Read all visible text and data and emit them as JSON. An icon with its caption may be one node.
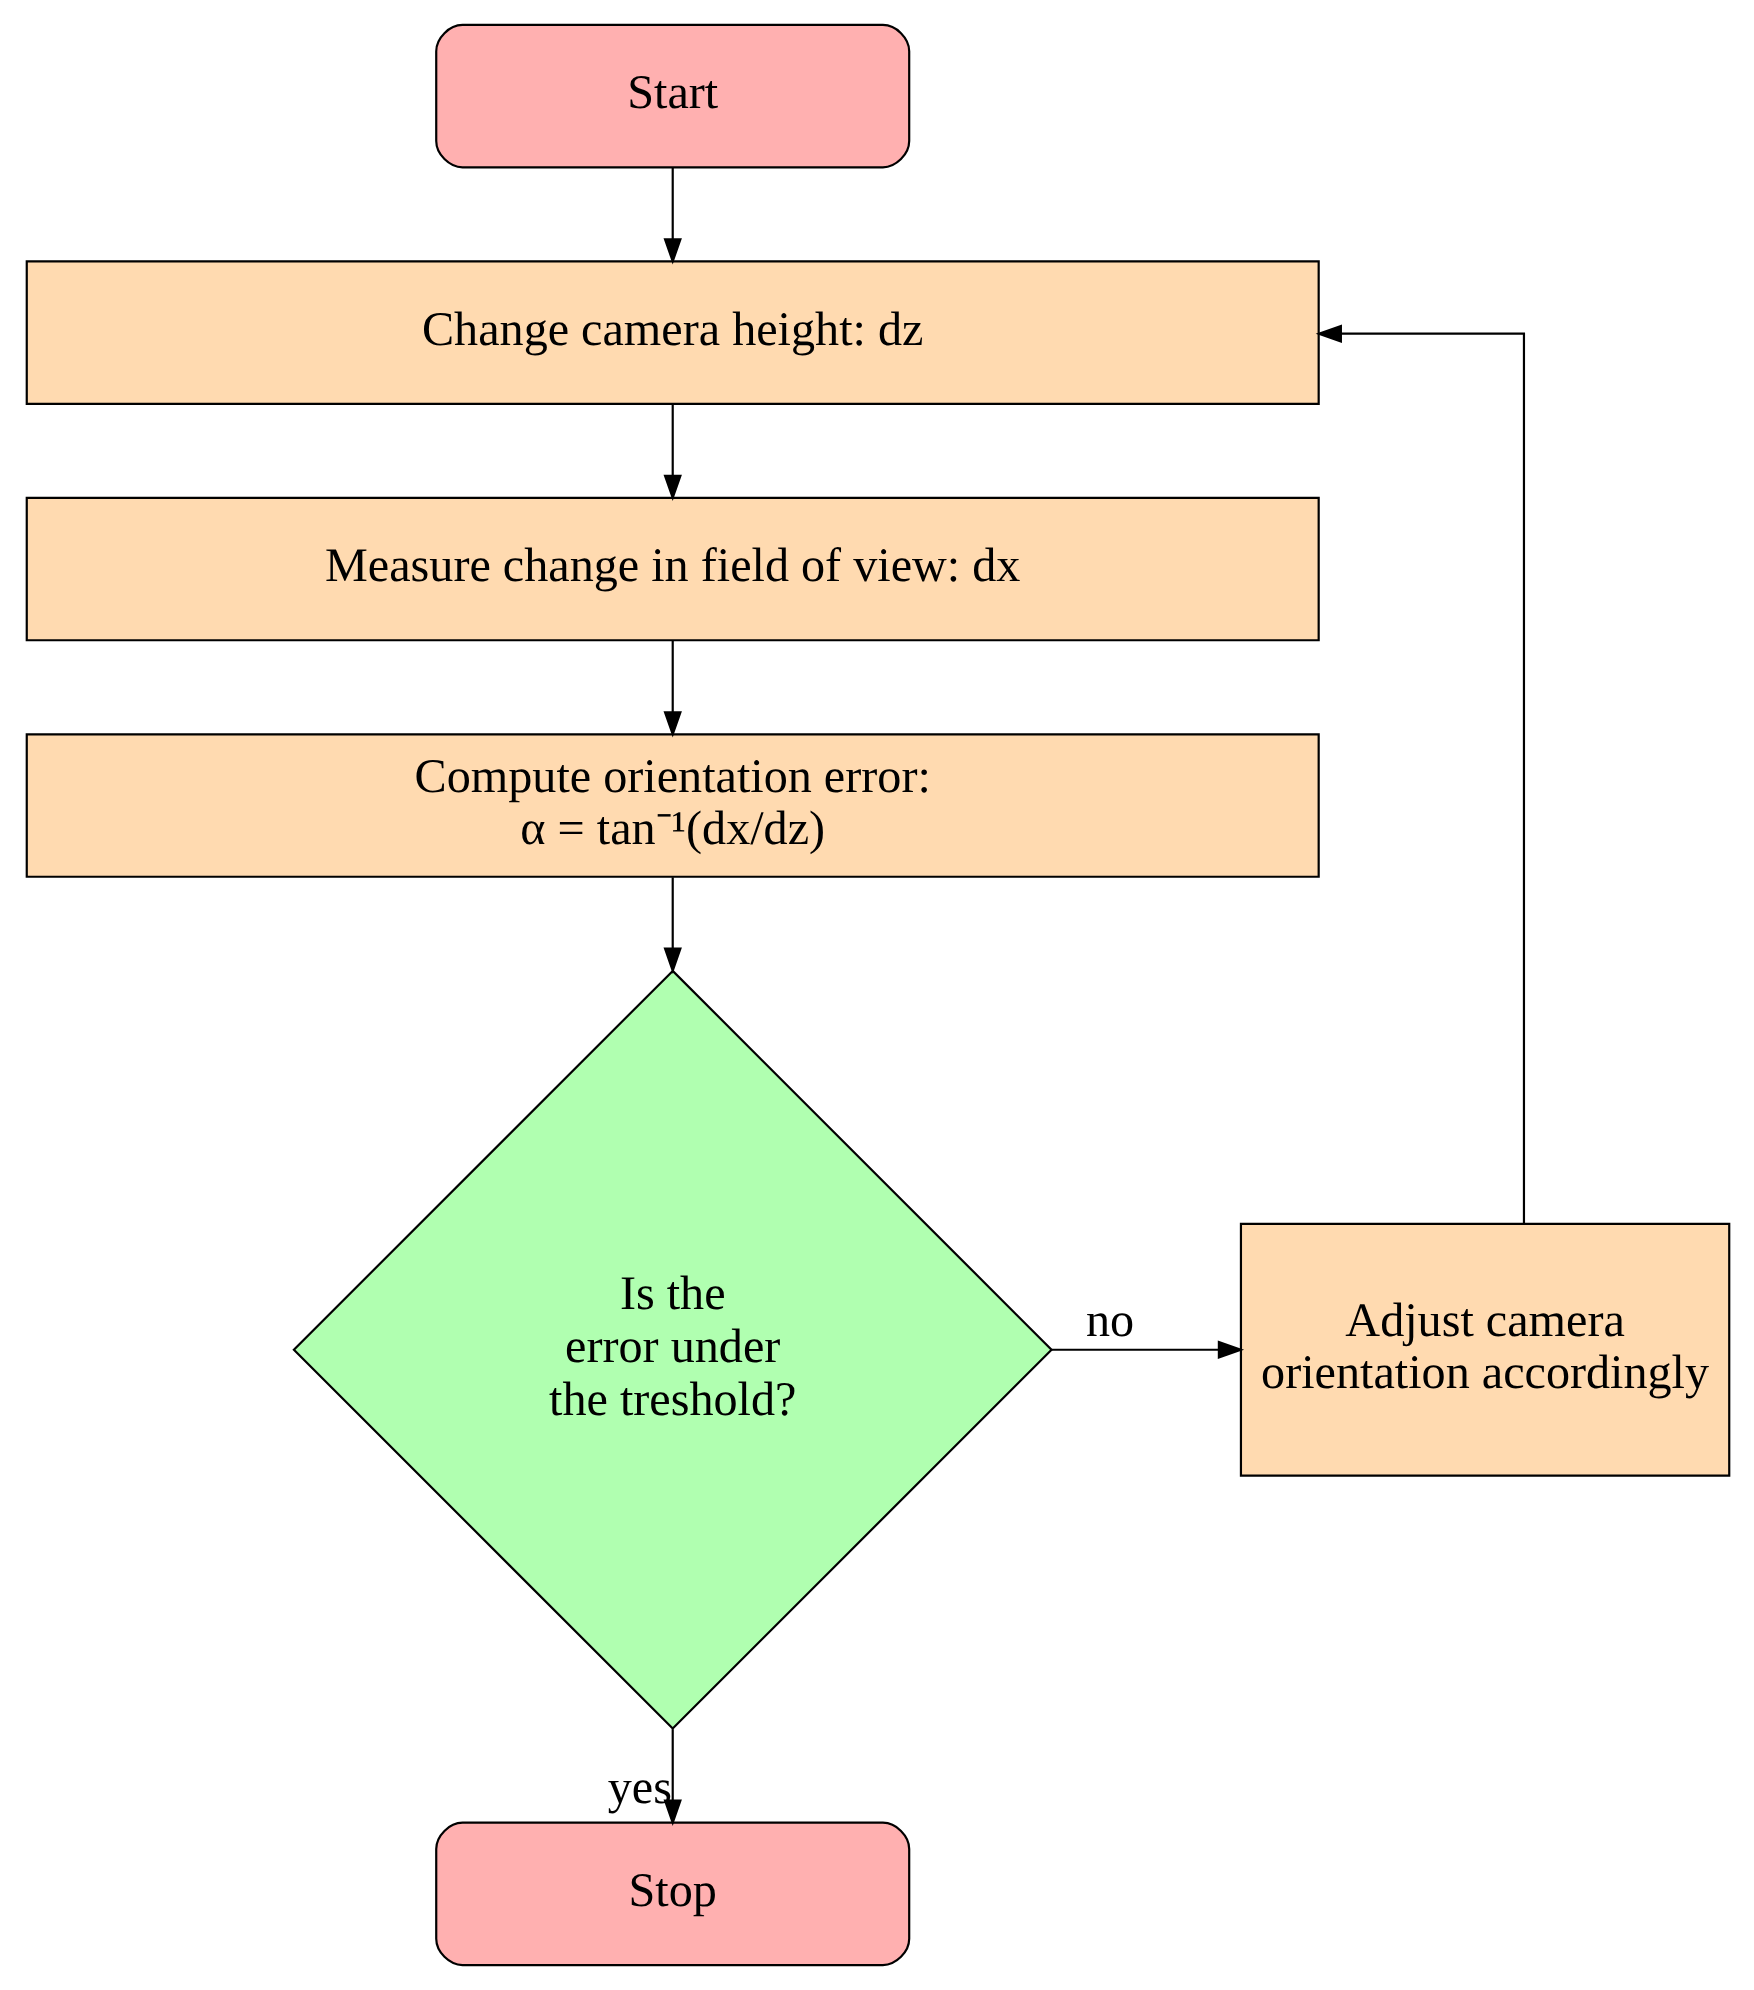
{
  "diagram": {
    "nodes": [
      {
        "text": [
          "Start"
        ]
      },
      {
        "text": [
          "Change camera height: dz"
        ]
      },
      {
        "text": [
          "Measure change in field of view: dx"
        ]
      },
      {
        "text": [
          "Compute orientation error:",
          "α = tan⁻¹(dx/dz)"
        ]
      },
      {
        "text": [
          "Is the error under the treshold?"
        ]
      },
      {
        "text": [
          "Adjust camera orientation accordingly"
        ]
      },
      {
        "text": [
          "Stop"
        ]
      }
    ],
    "edges": [
      {
        "from": 0,
        "to": 1,
        "arrow": "to"
      },
      {
        "from": 1,
        "to": 2,
        "arrow": "to"
      },
      {
        "from": 2,
        "to": 3,
        "arrow": "to"
      },
      {
        "from": 3,
        "to": 4,
        "arrow": "to"
      },
      {
        "from": 4,
        "to": 5,
        "arrow": "to",
        "label": "no"
      },
      {
        "from": 5,
        "to": 1,
        "arrow": "to"
      },
      {
        "from": 4,
        "to": 6,
        "arrow": "to",
        "label": "yes"
      }
    ]
  }
}
